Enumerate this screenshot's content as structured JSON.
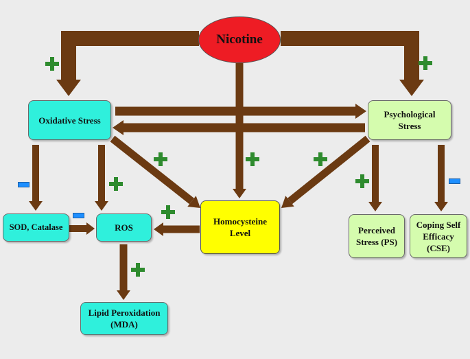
{
  "nodes": {
    "nicotine": "Nicotine",
    "oxidative_stress": "Oxidative Stress",
    "psychological_stress": "Psychological Stress",
    "sod_catalase": "SOD, Catalase",
    "ros": "ROS",
    "homocysteine": "Homocysteine Level",
    "perceived_stress": "Perceived Stress (PS)",
    "coping_self_efficacy": "Coping Self Efficacy (CSE)",
    "lipid_peroxidation": "Lipid Peroxidation (MDA)"
  },
  "colors": {
    "arrow": "#6b3a12",
    "plus": "#2e8b2e",
    "minus": "#1e8fff",
    "cyan_box": "#2ff0dc",
    "green_box": "#d5fcae",
    "yellow_box": "#ffff00",
    "nicotine": "#ee1c24"
  },
  "edges": [
    {
      "from": "Nicotine",
      "to": "Oxidative Stress",
      "sign": "+"
    },
    {
      "from": "Nicotine",
      "to": "Psychological Stress",
      "sign": "+"
    },
    {
      "from": "Nicotine",
      "to": "Homocysteine Level",
      "sign": "+"
    },
    {
      "from": "Oxidative Stress",
      "to": "Psychological Stress",
      "sign": ""
    },
    {
      "from": "Psychological Stress",
      "to": "Oxidative Stress",
      "sign": ""
    },
    {
      "from": "Oxidative Stress",
      "to": "SOD, Catalase",
      "sign": "-"
    },
    {
      "from": "Oxidative Stress",
      "to": "ROS",
      "sign": "+"
    },
    {
      "from": "Oxidative Stress",
      "to": "Homocysteine Level",
      "sign": "+"
    },
    {
      "from": "Psychological Stress",
      "to": "Homocysteine Level",
      "sign": "+"
    },
    {
      "from": "Psychological Stress",
      "to": "Perceived Stress (PS)",
      "sign": "+"
    },
    {
      "from": "Psychological Stress",
      "to": "Coping Self Efficacy (CSE)",
      "sign": "-"
    },
    {
      "from": "SOD, Catalase",
      "to": "ROS",
      "sign": "-"
    },
    {
      "from": "Homocysteine Level",
      "to": "ROS",
      "sign": "+"
    },
    {
      "from": "ROS",
      "to": "Lipid Peroxidation (MDA)",
      "sign": "+"
    }
  ]
}
